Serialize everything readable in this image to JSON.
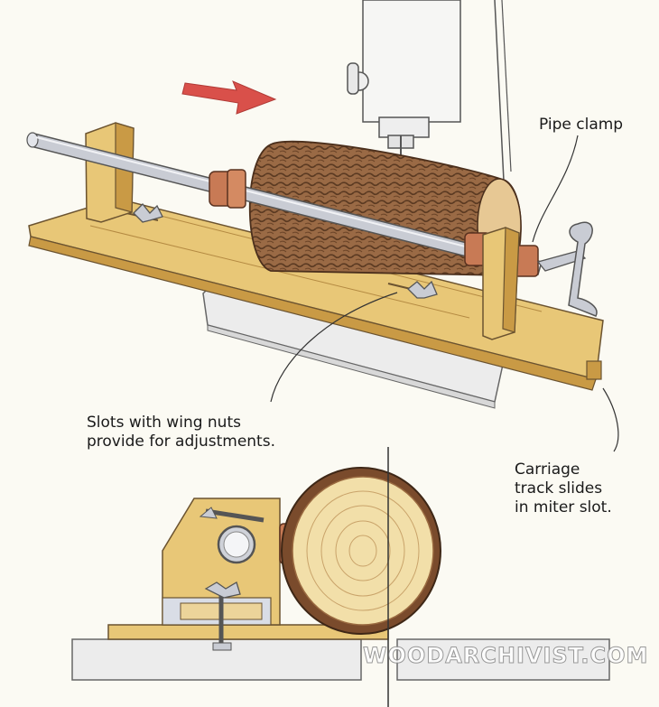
{
  "labels": {
    "pipe_clamp": "Pipe clamp",
    "slots": "Slots with wing nuts\nprovide for adjustments.",
    "carriage": "Carriage\ntrack slides\nin miter slot."
  },
  "watermark": "WOODARCHIVIST.COM",
  "colors": {
    "wood": "#e8c777",
    "wood_dark": "#c99a45",
    "bark": "#8a5a3a",
    "copper": "#c87a55",
    "pipe": "#c9ccd4",
    "arrow": "#d9504a",
    "table": "#ececec"
  }
}
